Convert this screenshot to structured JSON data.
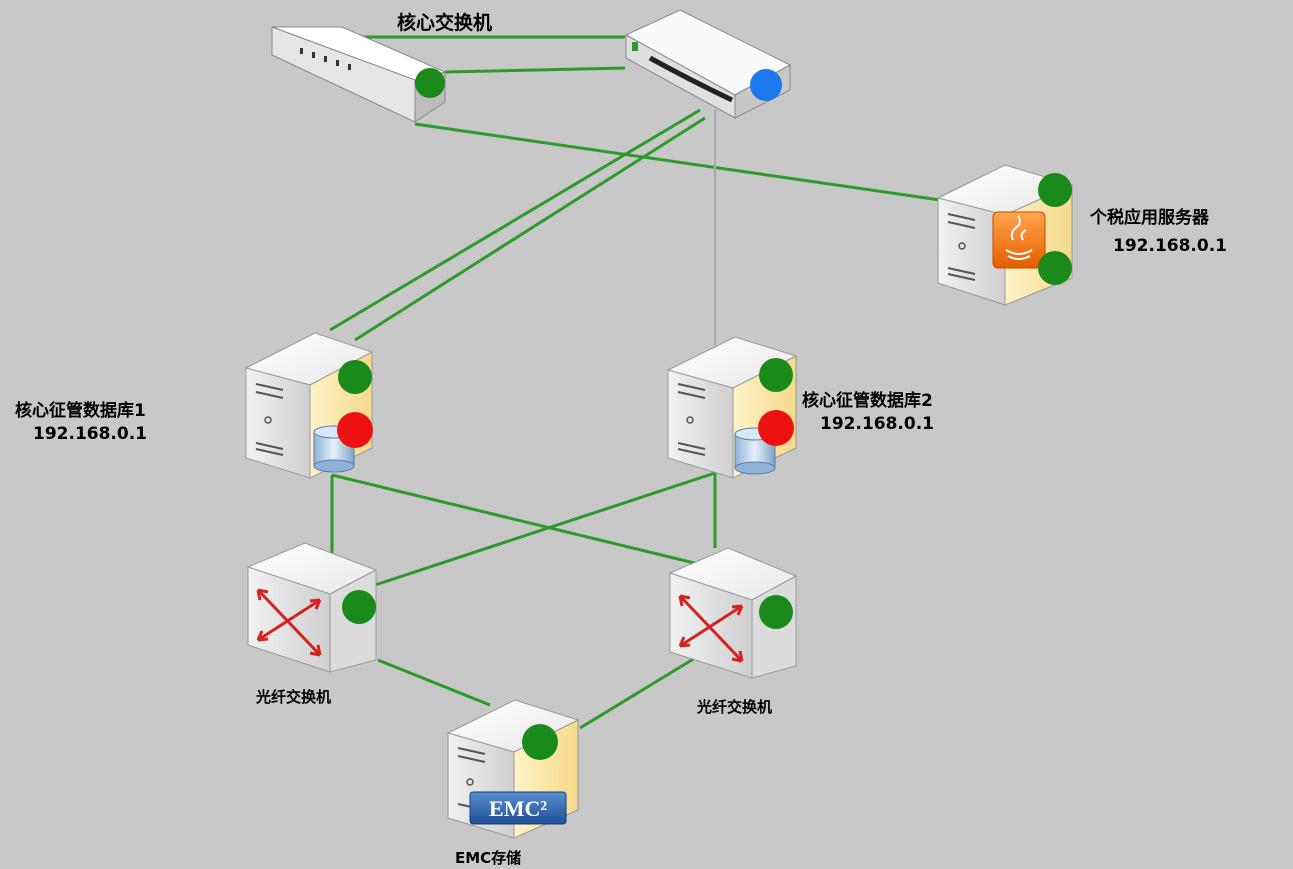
{
  "labels": {
    "core_switch": "核心交换机",
    "tax_server_name": "个税应用服务器",
    "tax_server_ip": "192.168.0.1",
    "db1_name": "核心征管数据库1",
    "db1_ip": "192.168.0.1",
    "db2_name": "核心征管数据库2",
    "db2_ip": "192.168.0.1",
    "fc_switch_left": "光纤交换机",
    "fc_switch_right": "光纤交换机",
    "emc_storage": "EMC存储",
    "emc_logo": "EMC²"
  },
  "colors": {
    "background": "#c8c8c8",
    "link": "#2e9a2e",
    "link_gray": "#a8a8a8",
    "status_ok": "#1a8a1a",
    "status_error": "#ee1111",
    "status_info": "#1e78ee"
  },
  "nodes": [
    {
      "id": "switch-a",
      "icon": "rack-switch-icon",
      "status": [
        "ok"
      ]
    },
    {
      "id": "switch-b",
      "icon": "core-router-icon",
      "status": [
        "info"
      ]
    },
    {
      "id": "tax-server",
      "icon": "java-app-server-icon",
      "status": [
        "ok",
        "ok"
      ]
    },
    {
      "id": "db1",
      "icon": "database-server-icon",
      "status": [
        "ok",
        "error"
      ]
    },
    {
      "id": "db2",
      "icon": "database-server-icon",
      "status": [
        "ok",
        "error"
      ]
    },
    {
      "id": "fc-left",
      "icon": "fiber-switch-icon",
      "status": [
        "ok"
      ]
    },
    {
      "id": "fc-right",
      "icon": "fiber-switch-icon",
      "status": [
        "ok"
      ]
    },
    {
      "id": "emc",
      "icon": "emc-storage-icon",
      "status": [
        "ok"
      ]
    }
  ]
}
